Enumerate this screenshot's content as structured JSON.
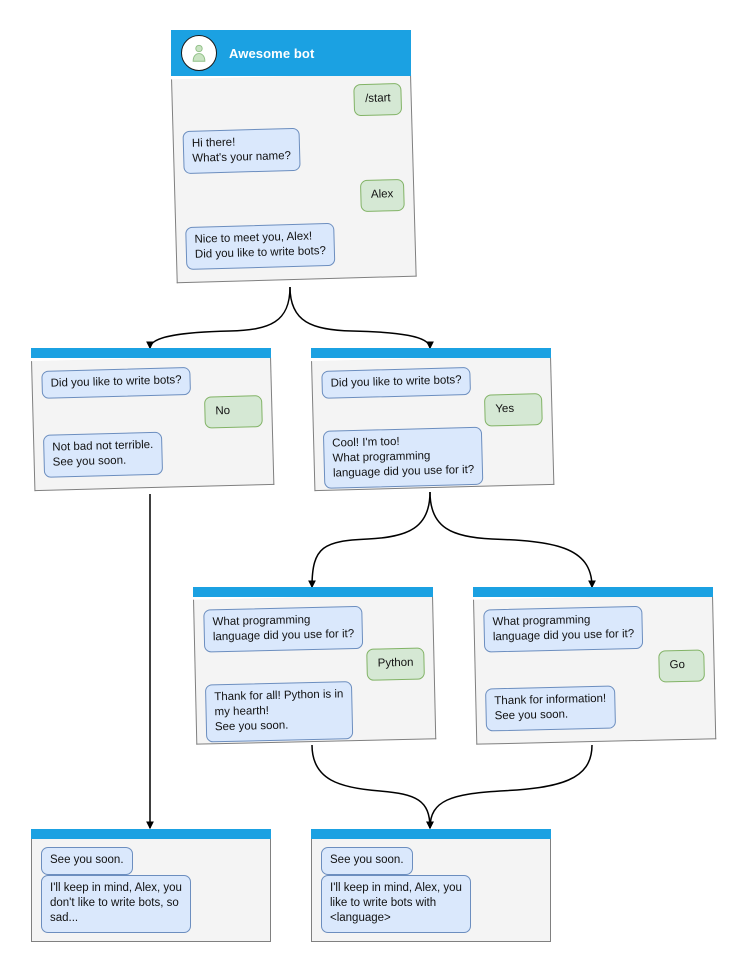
{
  "diagram": {
    "title": "Awesome bot chatbot conversation flow",
    "colors": {
      "header_blue": "#1ba1e2",
      "node_background": "#f4f4f4",
      "node_border": "#808080",
      "bot_bubble_fill": "#dae8fc",
      "bot_bubble_border": "#6c8ebf",
      "user_bubble_fill": "#d5e8d4",
      "user_bubble_border": "#82b366",
      "edge": "#000000",
      "canvas": "#ffffff"
    },
    "avatar_icon": "person-avatar-icon"
  },
  "nodes": {
    "root": {
      "id": "root",
      "header_title": "Awesome bot",
      "messages": [
        {
          "role": "user",
          "text": "/start"
        },
        {
          "role": "bot",
          "text": "Hi there!\nWhat's your name?"
        },
        {
          "role": "user",
          "text": "Alex"
        },
        {
          "role": "bot",
          "text": "Nice to meet you, Alex!\nDid you like to write bots?"
        }
      ]
    },
    "no_branch": {
      "id": "no-branch",
      "messages": [
        {
          "role": "bot",
          "text": "Did you like to write bots?"
        },
        {
          "role": "user",
          "text": "No"
        },
        {
          "role": "bot",
          "text": "Not bad not terrible.\nSee you soon."
        }
      ]
    },
    "yes_branch": {
      "id": "yes-branch",
      "messages": [
        {
          "role": "bot",
          "text": "Did you like to write bots?"
        },
        {
          "role": "user",
          "text": "Yes"
        },
        {
          "role": "bot",
          "text": "Cool! I'm too!\nWhat programming\nlanguage did you use for it?"
        }
      ]
    },
    "python_branch": {
      "id": "python-branch",
      "messages": [
        {
          "role": "bot",
          "text": "What programming\nlanguage did you use for it?"
        },
        {
          "role": "user",
          "text": "Python"
        },
        {
          "role": "bot",
          "text": "Thank for all! Python is in\nmy hearth!\nSee you soon."
        }
      ]
    },
    "go_branch": {
      "id": "go-branch",
      "messages": [
        {
          "role": "bot",
          "text": "What programming\nlanguage did you use for it?"
        },
        {
          "role": "user",
          "text": "Go"
        },
        {
          "role": "bot",
          "text": "Thank for information!\nSee you soon."
        }
      ]
    },
    "end_sad": {
      "id": "end-sad",
      "messages": [
        {
          "role": "bot",
          "text": "See you soon."
        },
        {
          "role": "bot",
          "text": "I'll keep in mind, Alex, you\ndon't like to write bots, so\nsad..."
        }
      ]
    },
    "end_happy": {
      "id": "end-happy",
      "messages": [
        {
          "role": "bot",
          "text": "See you soon."
        },
        {
          "role": "bot",
          "text": "I'll keep in mind, Alex, you\nlike to write bots with\n<language>"
        }
      ]
    }
  },
  "edges": [
    {
      "from": "root",
      "to": "no-branch"
    },
    {
      "from": "root",
      "to": "yes-branch"
    },
    {
      "from": "no-branch",
      "to": "end-sad"
    },
    {
      "from": "yes-branch",
      "to": "python-branch"
    },
    {
      "from": "yes-branch",
      "to": "go-branch"
    },
    {
      "from": "python-branch",
      "to": "end-happy"
    },
    {
      "from": "go-branch",
      "to": "end-happy"
    }
  ]
}
